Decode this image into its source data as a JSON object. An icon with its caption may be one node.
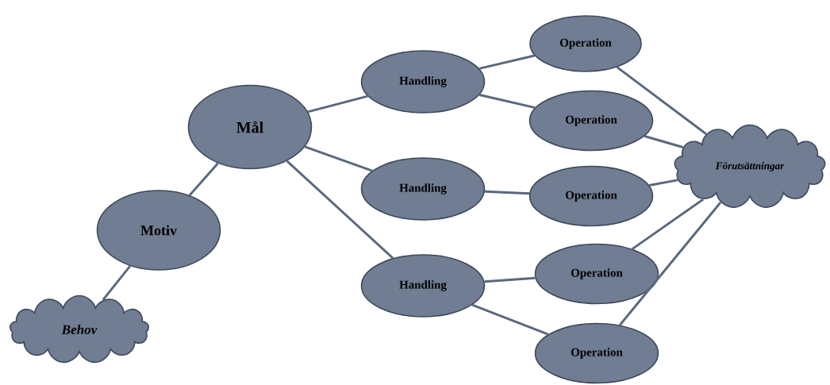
{
  "diagram": {
    "nodes": [
      {
        "text": [
          "Behov"
        ]
      },
      {
        "text": [
          "Motiv"
        ]
      },
      {
        "text": [
          "Mål"
        ]
      },
      {
        "text": [
          "Handling"
        ]
      },
      {
        "text": [
          "Handling"
        ]
      },
      {
        "text": [
          "Handling"
        ]
      },
      {
        "text": [
          "Operation"
        ]
      },
      {
        "text": [
          "Operation"
        ]
      },
      {
        "text": [
          "Operation"
        ]
      },
      {
        "text": [
          "Operation"
        ]
      },
      {
        "text": [
          "Operation"
        ]
      },
      {
        "text": [
          "Förutsättningar"
        ]
      }
    ],
    "edges": [
      {
        "from": 0,
        "to": 1,
        "arrow": "none"
      },
      {
        "from": 1,
        "to": 2,
        "arrow": "none"
      },
      {
        "from": 2,
        "to": 3,
        "arrow": "none"
      },
      {
        "from": 2,
        "to": 4,
        "arrow": "none"
      },
      {
        "from": 2,
        "to": 5,
        "arrow": "none"
      },
      {
        "from": 3,
        "to": 6,
        "arrow": "none"
      },
      {
        "from": 3,
        "to": 7,
        "arrow": "none"
      },
      {
        "from": 4,
        "to": 8,
        "arrow": "none"
      },
      {
        "from": 5,
        "to": 9,
        "arrow": "none"
      },
      {
        "from": 5,
        "to": 10,
        "arrow": "none"
      },
      {
        "from": 6,
        "to": 11,
        "arrow": "none"
      },
      {
        "from": 7,
        "to": 11,
        "arrow": "none"
      },
      {
        "from": 8,
        "to": 11,
        "arrow": "none"
      },
      {
        "from": 9,
        "to": 11,
        "arrow": "none"
      },
      {
        "from": 10,
        "to": 11,
        "arrow": "none"
      }
    ]
  }
}
